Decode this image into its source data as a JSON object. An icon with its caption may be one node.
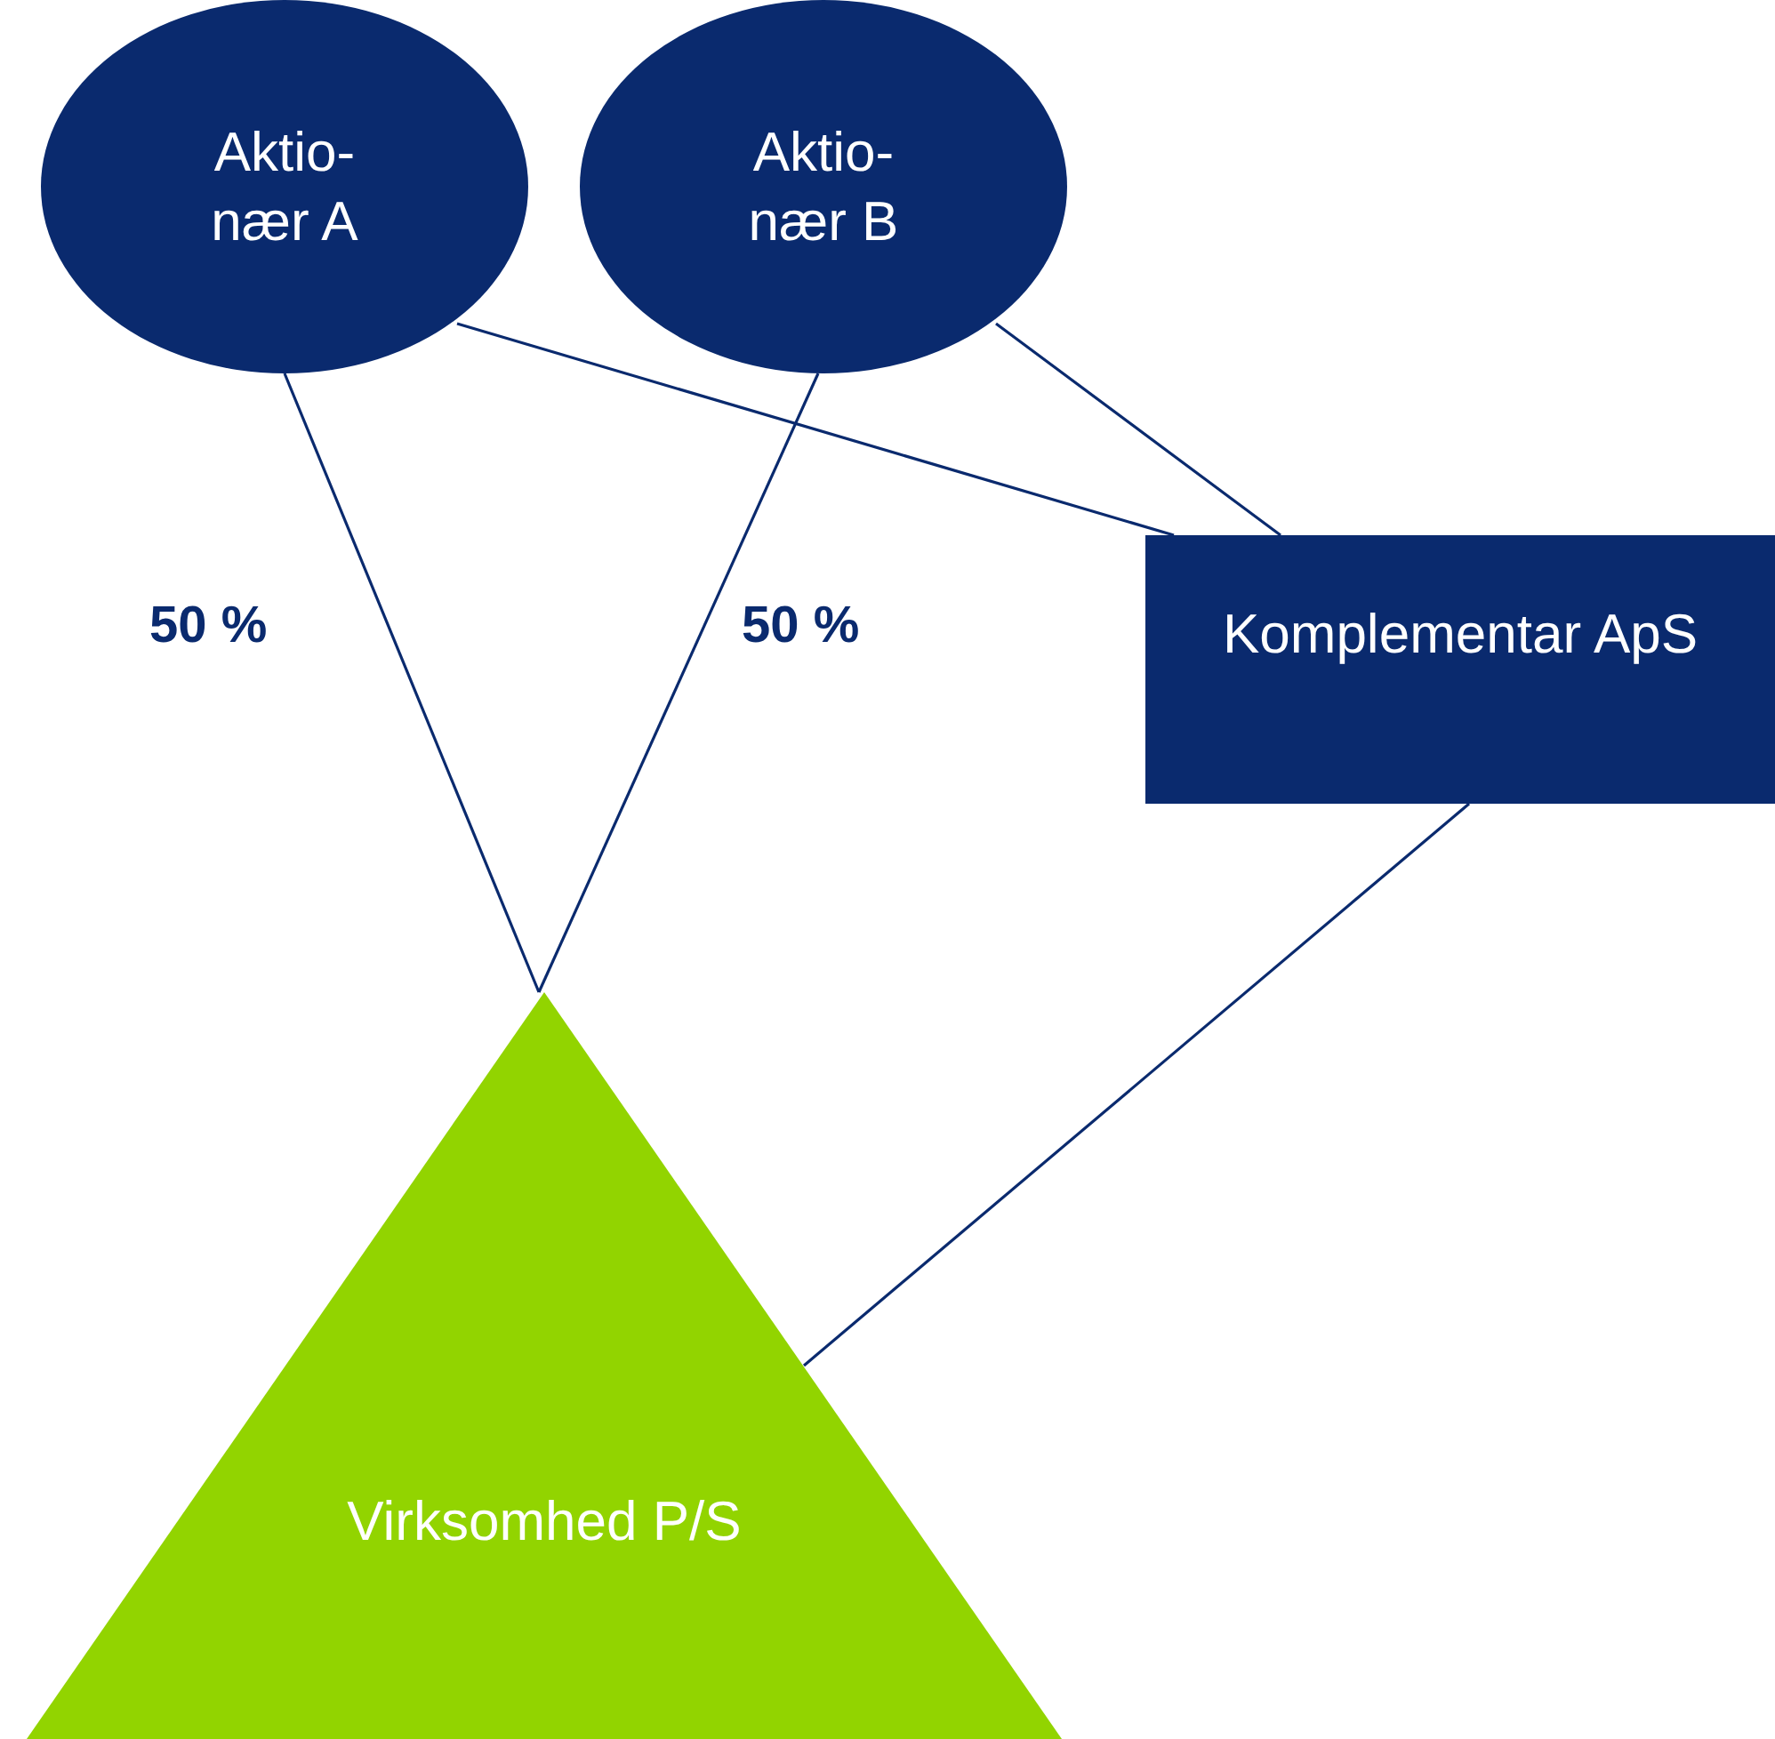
{
  "diagram": {
    "nodes": [
      {
        "text": [
          "Aktio- nær A"
        ]
      },
      {
        "text": [
          "Aktio- nær B"
        ]
      },
      {
        "text": [
          "Komplementar ApS"
        ]
      },
      {
        "text": [
          "Virksomhed P/S"
        ]
      }
    ],
    "edges": [
      {
        "from": 0,
        "to": 3,
        "arrow": "none",
        "label": "50 %"
      },
      {
        "from": 1,
        "to": 3,
        "arrow": "none",
        "label": "50 %"
      },
      {
        "from": 0,
        "to": 2,
        "arrow": "none"
      },
      {
        "from": 1,
        "to": 2,
        "arrow": "none"
      },
      {
        "from": 2,
        "to": 3,
        "arrow": "none"
      }
    ]
  }
}
